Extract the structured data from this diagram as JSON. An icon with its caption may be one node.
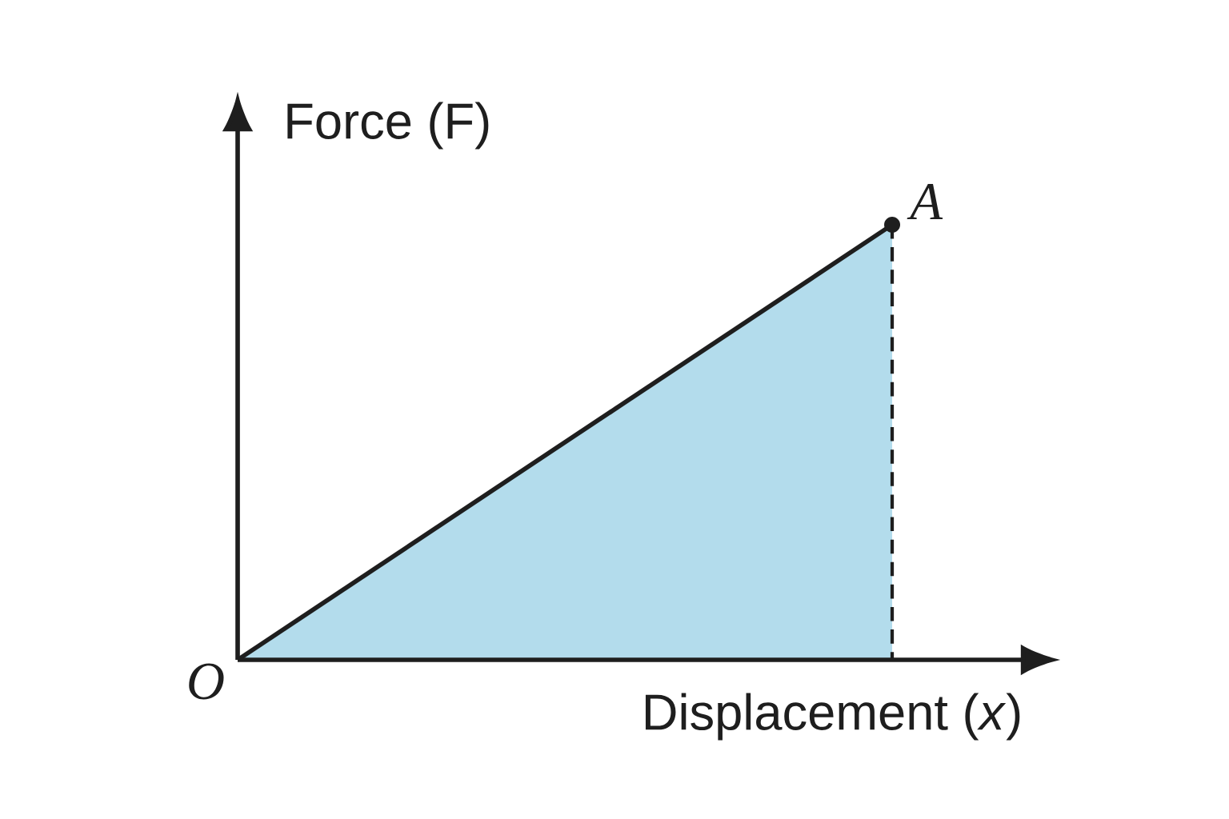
{
  "diagram": {
    "labels": [
      "Force (F)",
      "A",
      "O",
      "Displacement (*x*)"
    ]
  }
}
